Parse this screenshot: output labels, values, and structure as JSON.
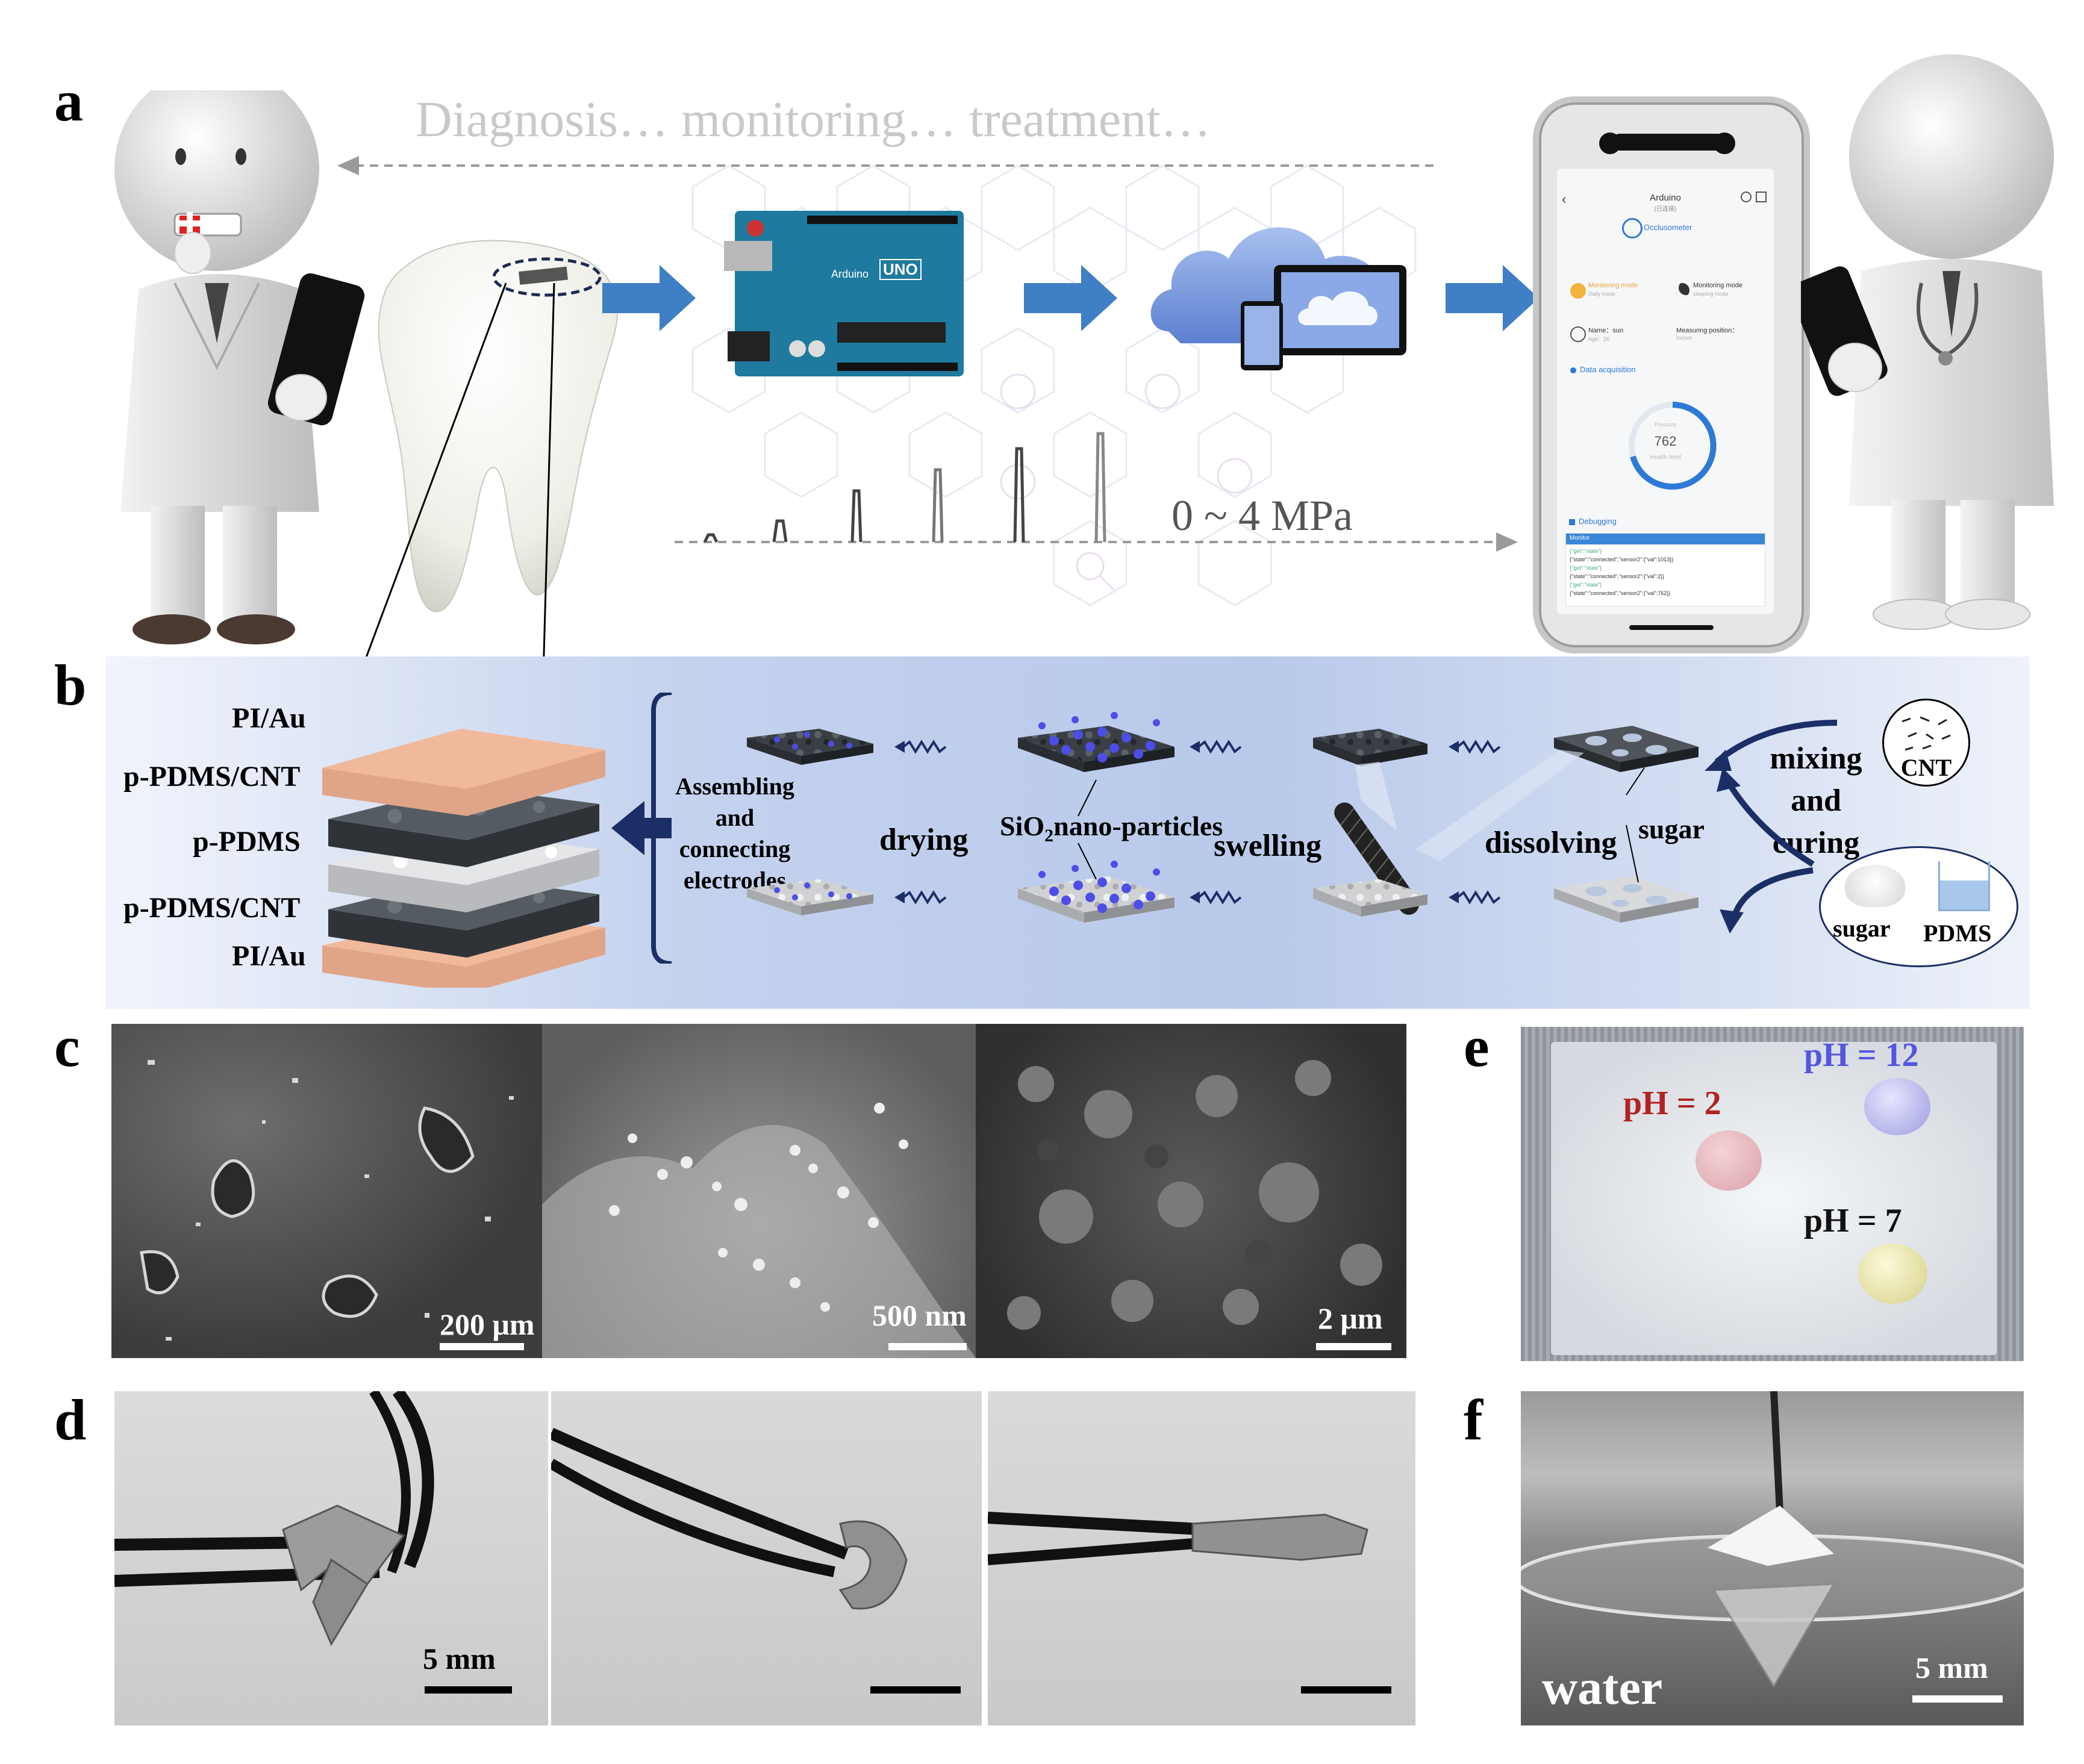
{
  "panel_labels": {
    "a": "a",
    "b": "b",
    "c": "c",
    "d": "d",
    "e": "e",
    "f": "f"
  },
  "panel_a": {
    "header_text": "Diagnosis…  monitoring… treatment…",
    "pressure_range": "0 ~ 4 MPa",
    "board_text": {
      "brand": "Arduino",
      "model": "UNO"
    },
    "phone": {
      "title": "Arduino",
      "subtitle": "(已连接)",
      "occlusometer": "Occlusometer",
      "monitoring_daily": "Monitoring mode",
      "monitoring_daily_sub": "Daily mode",
      "monitoring_sleep": "Monitoring mode",
      "monitoring_sleep_sub": "sleeping mode",
      "name_label": "Name：sun",
      "age_label": "Age：26",
      "position_label": "Measuring position：",
      "position_value": "Incisor",
      "data_acquisition": "Data acquisition",
      "gauge_top": "Pressure",
      "gauge_value": "762",
      "gauge_bottom": "Health level",
      "debugging": "Debugging",
      "monitor": "Monitor",
      "log_lines": [
        "{\"get\":\"state\"}",
        "{\"state\":\"connected\",\"sensor2\":{\"val\":1013}}",
        "{\"get\":\"state\"}",
        "{\"state\":\"connected\",\"sensor2\":{\"val\":2}}",
        "{\"get\":\"state\"}",
        "{\"state\":\"connected\",\"sensor2\":{\"val\":762}}"
      ]
    },
    "colors": {
      "arrow_blue": "#3f7fc5",
      "board_blue": "#1e7a9e",
      "cloud_blue": "#6f8fd6"
    }
  },
  "panel_b": {
    "layers": [
      "PI/Au",
      "p-PDMS/CNT",
      "p-PDMS",
      "p-PDMS/CNT",
      "PI/Au"
    ],
    "step_assembling": [
      "Assembling",
      "and",
      "connecting",
      "electrodes"
    ],
    "step_drying": "drying",
    "step_nanoparticles": "SiO",
    "step_nanoparticles_sub": "2",
    "step_nanoparticles_rest": "nano-particles",
    "step_swelling": "swelling",
    "step_dissolving": "dissolving",
    "step_sugar": "sugar",
    "step_mixing": [
      "mixing",
      "and",
      "curing"
    ],
    "materials": {
      "cnt": "CNT",
      "sugar": "sugar",
      "pdms": "PDMS"
    },
    "colors": {
      "band": "#c9d6ee",
      "pi_au": "#f1b99c",
      "cnt_layer": "#3e434a",
      "pdms_layer": "#d7d9db",
      "particle": "#4d4de8",
      "dark_arrow": "#1c2e66"
    }
  },
  "panel_c": {
    "scale_labels": [
      "200 μm",
      "500 nm",
      "2 μm"
    ]
  },
  "panel_d": {
    "scale_labels": [
      "5 mm",
      "",
      ""
    ]
  },
  "panel_e": {
    "ph_labels": {
      "ph2": "pH = 2",
      "ph12": "pH = 12",
      "ph7": "pH = 7"
    },
    "colors": {
      "ph2": "#b22222",
      "ph12": "#5555e0",
      "ph7": "#111111"
    }
  },
  "panel_f": {
    "water_label": "water",
    "scale_label": "5 mm"
  }
}
